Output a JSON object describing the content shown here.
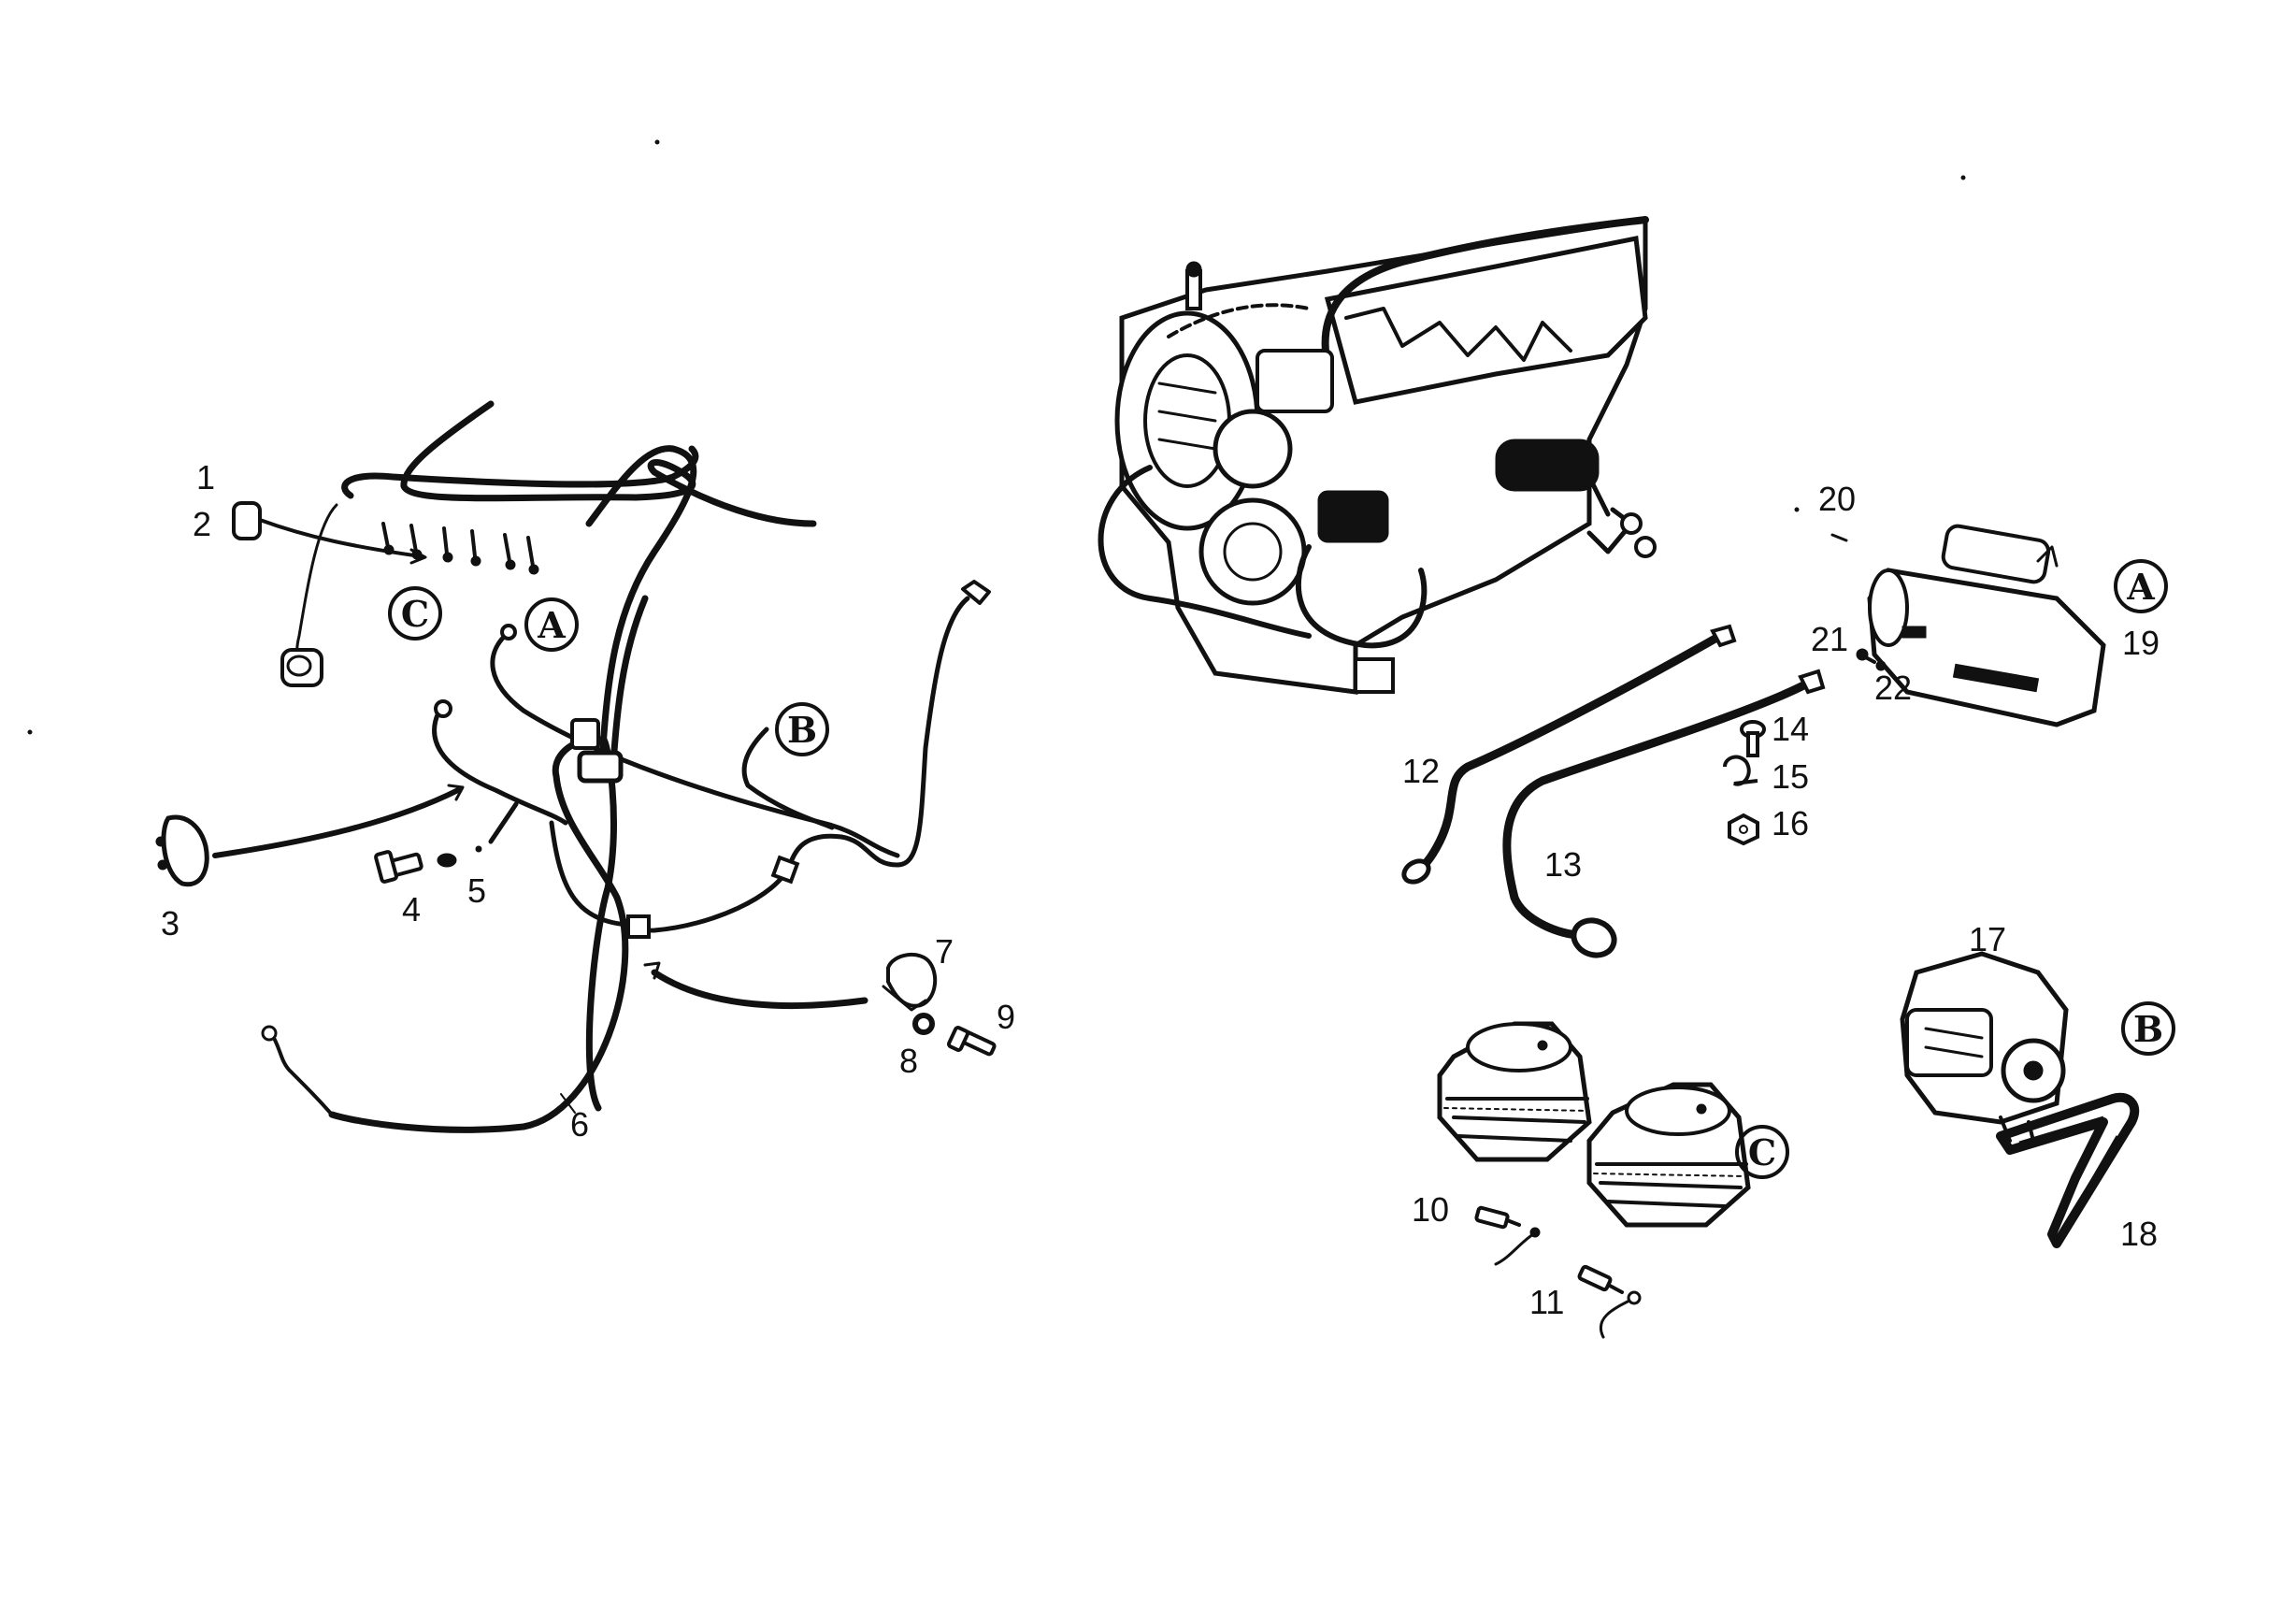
{
  "callouts": {
    "n1": "1",
    "n2": "2",
    "n3": "3",
    "n4": "4",
    "n5": "5",
    "n6": "6",
    "n7": "7",
    "n8": "8",
    "n9": "9",
    "n10": "10",
    "n11": "11",
    "n12": "12",
    "n13": "13",
    "n14": "14",
    "n15": "15",
    "n16": "16",
    "n17": "17",
    "n18": "18",
    "n19": "19",
    "n20": "20",
    "n21": "21",
    "n22": "22"
  },
  "circle_labels": {
    "harness_c": "C",
    "harness_a": "A",
    "harness_b": "B",
    "starter_a": "A",
    "alternator_b": "B",
    "heads_c": "C"
  },
  "colors": {
    "ink": "#111111",
    "paper": "#ffffff"
  }
}
